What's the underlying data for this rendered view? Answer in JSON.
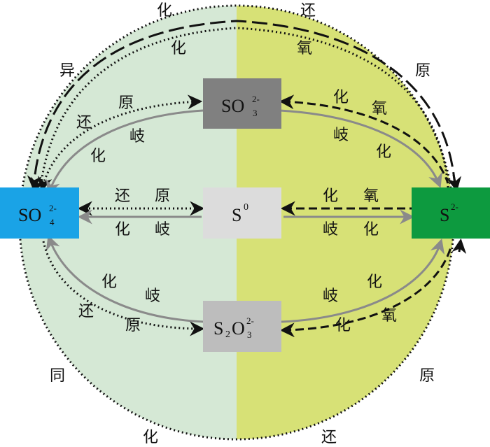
{
  "colors": {
    "left_half": "#d5e8d5",
    "right_half": "#d7e176",
    "sulfate_box": "#1aa3e6",
    "sulfide_box": "#0d9a3f",
    "sulfite_box": "#808080",
    "sulfur_box": "#dcdcdc",
    "thiosulfate_box": "#bdbdbd",
    "gray_arrow": "#8a8a8a",
    "black_arrow": "#111111"
  },
  "species": {
    "sulfate": {
      "base": "SO",
      "sup": "2-",
      "sub": "4"
    },
    "sulfite": {
      "base": "SO",
      "sup": "2-",
      "sub": "3"
    },
    "sulfur": {
      "base": "S",
      "sup": "0"
    },
    "sulfide": {
      "base": "S",
      "sup": "2-"
    },
    "thiosulfate": {
      "base1": "S",
      "sub1": "2",
      "base2": "O",
      "sup": "2-",
      "sub2": "3"
    }
  },
  "outer_labels": {
    "top_left_1": "化",
    "top_left_2": "化",
    "top_left_3": "异",
    "top_right_1": "还",
    "top_right_2": "氧",
    "top_right_3": "原",
    "bottom_left_1": "同",
    "bottom_left_2": "化",
    "bottom_right_1": "原",
    "bottom_right_2": "还"
  },
  "upper_left_labels": {
    "a": "原",
    "b": "还",
    "c": "岐",
    "d": "化"
  },
  "upper_right_labels": {
    "a": "化",
    "b": "氧",
    "c": "岐",
    "d": "化"
  },
  "middle_left_labels": {
    "a": "还",
    "b": "原",
    "c": "化",
    "d": "岐"
  },
  "middle_right_labels": {
    "a": "化",
    "b": "氧",
    "c": "岐",
    "d": "化"
  },
  "lower_left_labels": {
    "a": "化",
    "b": "岐",
    "c": "还",
    "d": "原"
  },
  "lower_right_labels": {
    "a": "化",
    "b": "岐",
    "c": "氧",
    "d": "化"
  }
}
